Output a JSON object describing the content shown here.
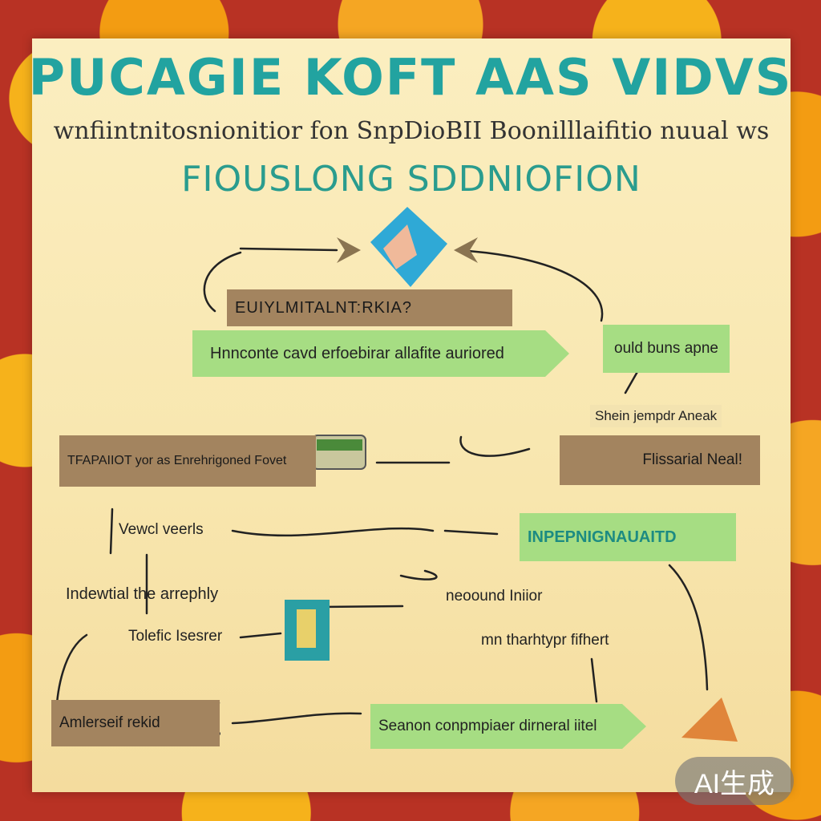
{
  "title": "PUCAGIE KOFT AAS VIDVS",
  "subtitle": "wnfiintnitosnionitior fon SnpDioBII Boonilllaifitio nuual ws",
  "section_title": "FIOUSLONG SDDNIOFION",
  "nodes": {
    "top_label": "EUIYLMITALNT:RKIA?",
    "green_arrow_1": "Hnnconte cavd erfoebirar allafite auriored",
    "green_box_right": "ould buns apne",
    "small_label_right": "Shein jempdr Aneak",
    "left_box": "TFAPAIIOT yor as Enrehrigoned Fovet",
    "right_box": "Flissarial Neal!",
    "left_label": "Vewcl veerls",
    "green_box_right_2": "INPEPNIGNAUAITD",
    "left_text": "Indewtial the arrephly",
    "center_text": "neoound Iniior",
    "small_box_label": "Tolefic Isesrer",
    "right_text": "mn tharhtypr fifhert",
    "bottom_left_box": "Amlerseif rekid",
    "bottom_green_arrow": "Seanon conpmpiaer dirneral iitel"
  },
  "badge": "AI生成",
  "colors": {
    "teal": "#22a3a0",
    "green": "#a6dd83",
    "brown": "#a3845f",
    "poster": "#fbeec0"
  }
}
